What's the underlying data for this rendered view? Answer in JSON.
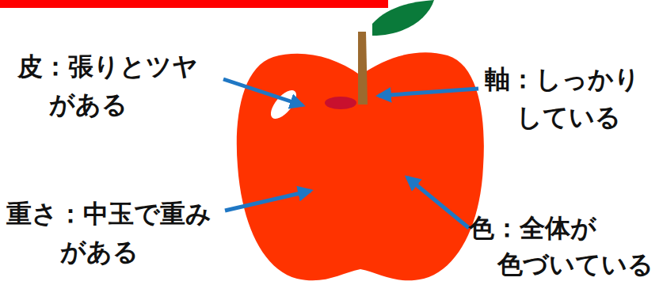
{
  "diagram": {
    "labels": [
      "皮：張りとツヤ",
      "がある",
      "軸：しっかり",
      "している",
      "重さ：中玉で重み",
      "がある",
      "色：全体が",
      "色づいている"
    ]
  }
}
